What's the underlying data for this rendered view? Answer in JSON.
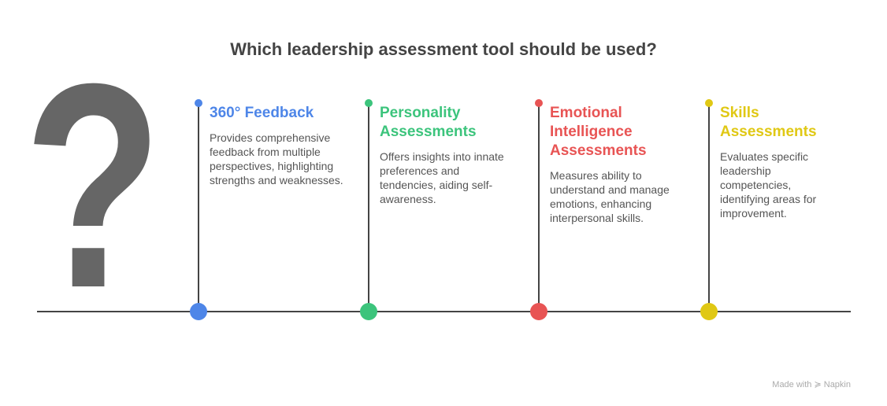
{
  "title": "Which leadership assessment tool should be used?",
  "question_mark": "?",
  "items": [
    {
      "heading": "360° Feedback",
      "description": "Provides comprehensive feedback from multiple perspectives, highlighting strengths and weaknesses.",
      "color": "#4e86e8"
    },
    {
      "heading": "Personality Assessments",
      "description": "Offers insights into innate preferences and tendencies, aiding self-awareness.",
      "color": "#3cc47c"
    },
    {
      "heading": "Emotional Intelligence Assessments",
      "description": "Measures ability to understand and manage emotions, enhancing interpersonal skills.",
      "color": "#e85454"
    },
    {
      "heading": "Skills Assessments",
      "description": "Evaluates specific leadership competencies, identifying areas for improvement.",
      "color": "#e0c814"
    }
  ],
  "credit": "Made with ≽ Napkin"
}
